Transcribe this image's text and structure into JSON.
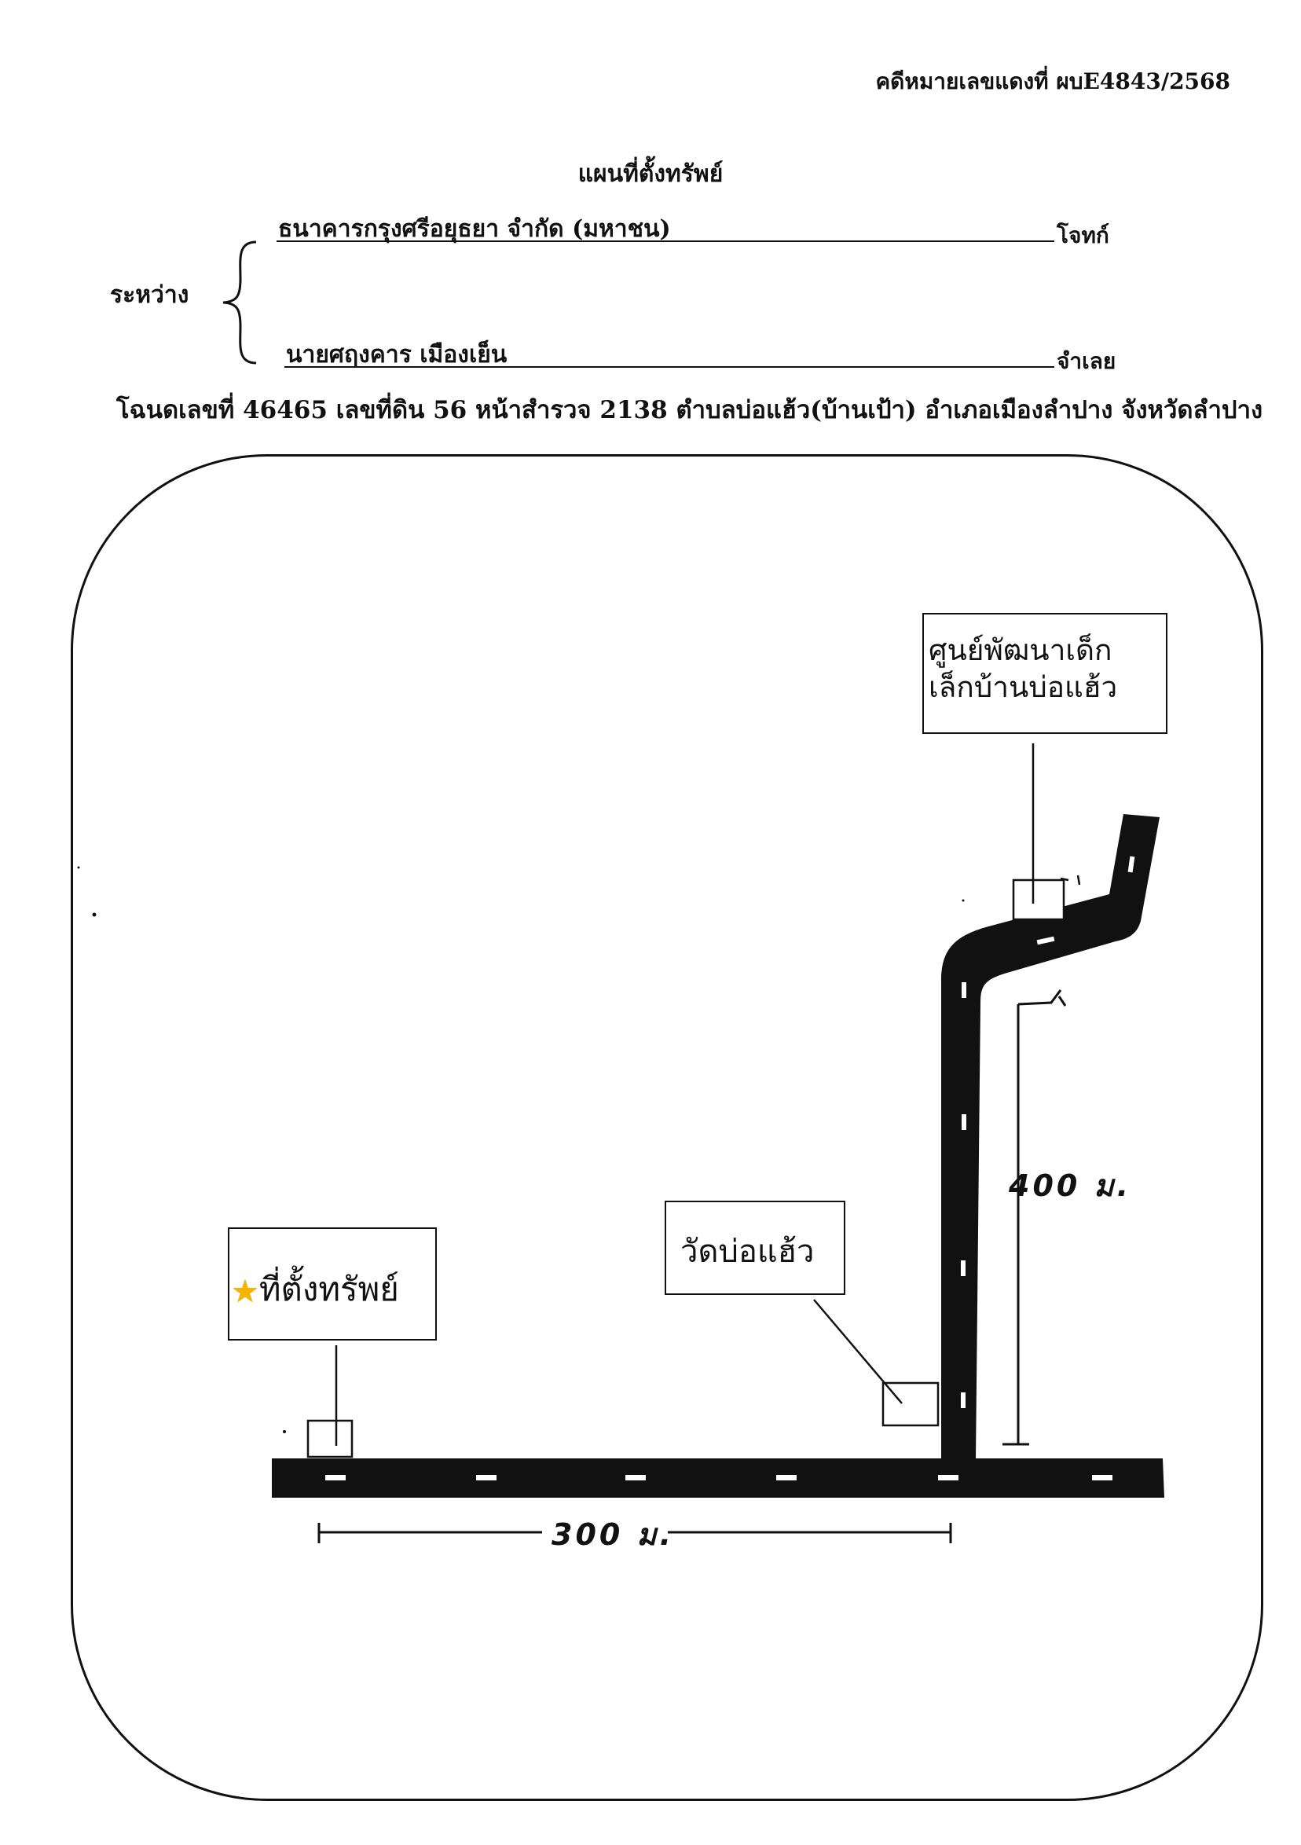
{
  "header": {
    "case_number": "คดีหมายเลขแดงที่ ผบE4843/2568",
    "title": "แผนที่ตั้งทรัพย์"
  },
  "parties": {
    "between_label": "ระหว่าง",
    "plaintiff_name": "ธนาคารกรุงศรีอยุธยา จำกัด (มหาชน)",
    "plaintiff_role": "โจทก์",
    "defendant_name": "นายศฤงคาร  เมืองเย็น",
    "defendant_role": "จำเลย"
  },
  "deed_line": "โฉนดเลขที่  46465  เลขที่ดิน 56 หน้าสำรวจ 2138  ตำบลบ่อแฮ้ว(บ้านเป้า)  อำเภอเมืองลำปาง  จังหวัดลำปาง",
  "map": {
    "landmarks": {
      "school_line1": "ศูนย์พัฒนาเด็ก",
      "school_line2": "เล็กบ้านบ่อแฮ้ว",
      "temple": "วัดบ่อแฮ้ว",
      "property": "ที่ตั้งทรัพย์"
    },
    "property_icon": "star-icon",
    "distances": {
      "vertical": "400 ม.",
      "horizontal": "300 ม."
    },
    "colors": {
      "road": "#111111",
      "road_marking": "#ffffff",
      "star": "#f5b400"
    }
  }
}
